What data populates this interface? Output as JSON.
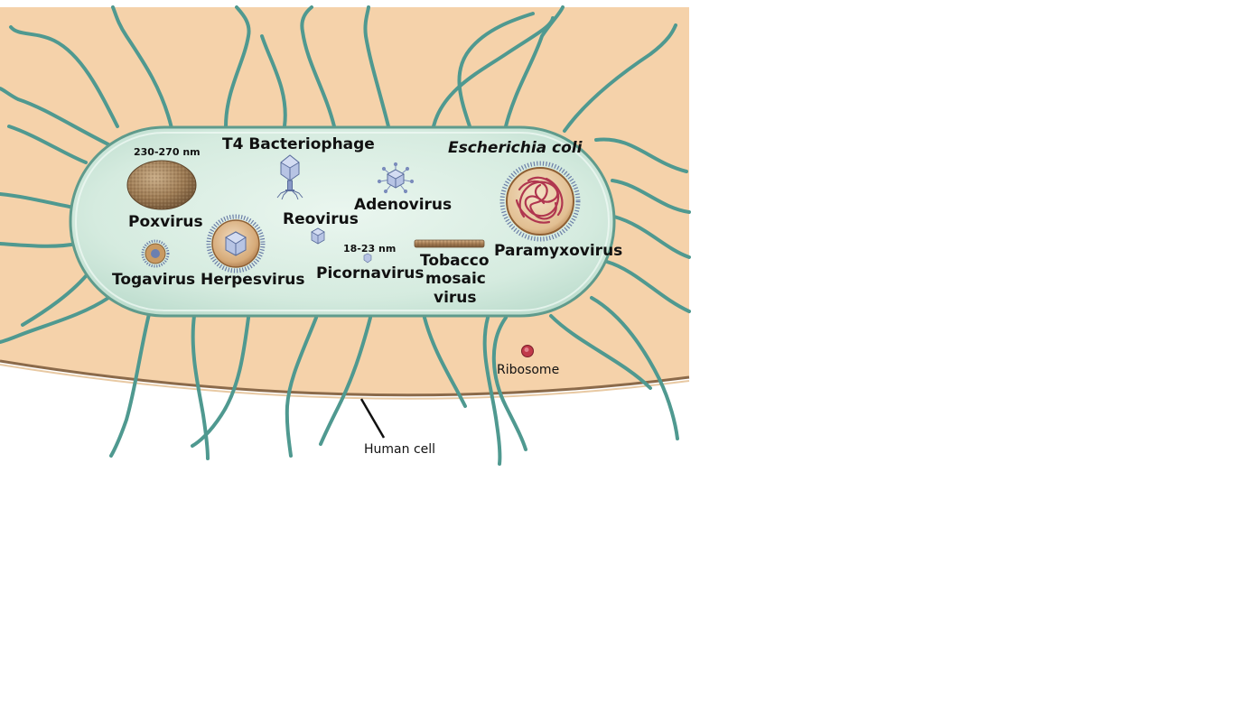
{
  "labels": {
    "t4_bacteriophage": "T4 Bacteriophage",
    "escherichia_coli": "Escherichia coli",
    "size_large": "230-270 nm",
    "poxvirus": "Poxvirus",
    "reovirus": "Reovirus",
    "adenovirus": "Adenovirus",
    "togavirus": "Togavirus",
    "herpesvirus": "Herpesvirus",
    "size_small": "18-23 nm",
    "picornavirus": "Picornavirus",
    "tobacco_line1": "Tobacco",
    "tobacco_line2": "mosaic",
    "tobacco_line3": "virus",
    "paramyxovirus": "Paramyxovirus",
    "ribosome": "Ribosome",
    "human_cell": "Human cell"
  },
  "colors": {
    "human_cell": "#f5d2aa",
    "bacterium_fill": "#d8ede2",
    "bacterium_edge": "#5f9b8c",
    "pili": "#4f9990",
    "cell_membrane": "#8b6a4a",
    "poxvirus": "#9a7a55",
    "herpes_envelope": "#c89a66",
    "capsid": "#a8b8dc",
    "paramyxo_rna": "#b0364f",
    "ribosome": "#c0394a"
  },
  "icons": [
    "poxvirus",
    "t4-bacteriophage",
    "adenovirus",
    "reovirus",
    "togavirus",
    "herpesvirus",
    "picornavirus",
    "tobacco-mosaic-virus",
    "paramyxovirus",
    "ribosome"
  ]
}
